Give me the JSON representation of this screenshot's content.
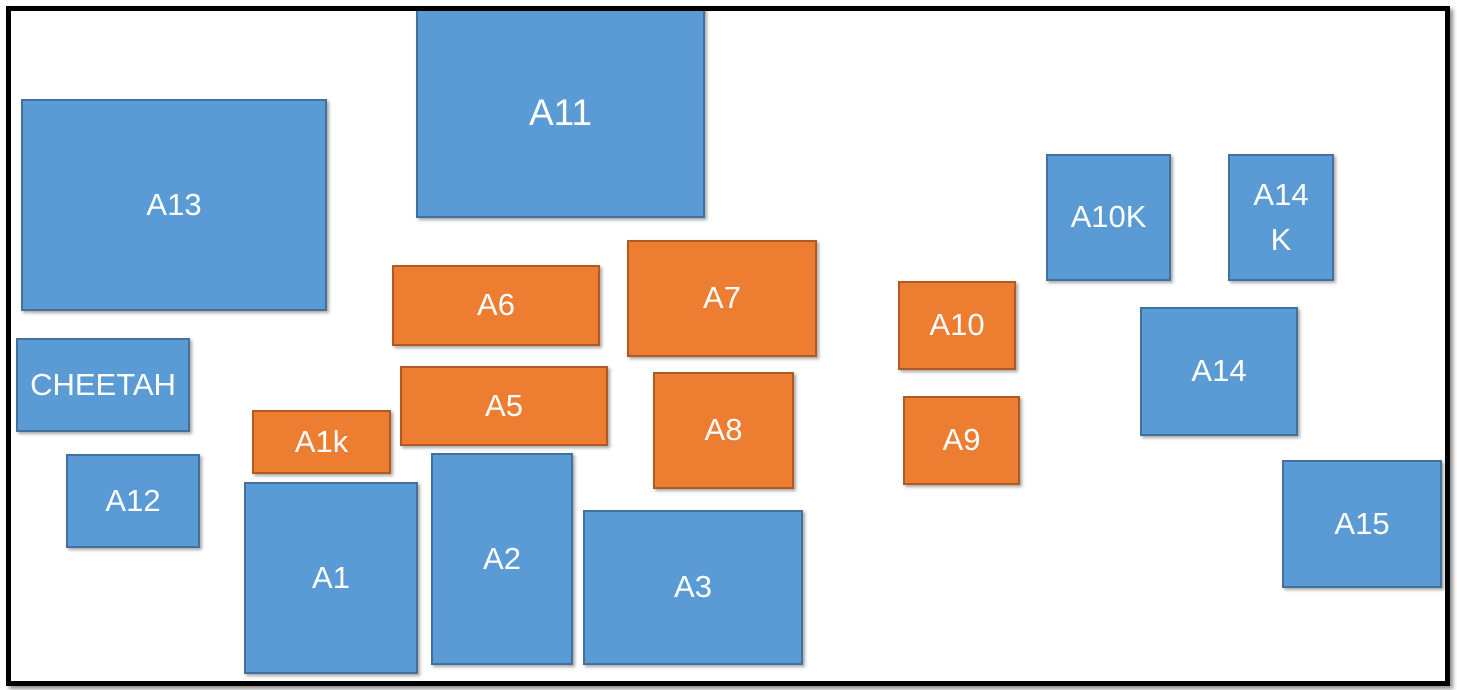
{
  "colors": {
    "blue_fill": "#5b9bd5",
    "blue_outline": "#41719c",
    "orange_fill": "#ed7d31",
    "orange_outline": "#ae5a21",
    "frame_border": "#000000",
    "background": "#ffffff",
    "label_text": "#ffffff"
  },
  "diagram": {
    "boxes": {
      "a11": {
        "label": "A11",
        "color": "blue"
      },
      "a13": {
        "label": "A13",
        "color": "blue"
      },
      "cheetah": {
        "label": "CHEETAH",
        "color": "blue"
      },
      "a12": {
        "label": "A12",
        "color": "blue"
      },
      "a1k": {
        "label": "A1k",
        "color": "orange"
      },
      "a1": {
        "label": "A1",
        "color": "blue"
      },
      "a2": {
        "label": "A2",
        "color": "blue"
      },
      "a3": {
        "label": "A3",
        "color": "blue"
      },
      "a5": {
        "label": "A5",
        "color": "orange"
      },
      "a6": {
        "label": "A6",
        "color": "orange"
      },
      "a7": {
        "label": "A7",
        "color": "orange"
      },
      "a8": {
        "label": "A8",
        "color": "orange"
      },
      "a10": {
        "label": "A10",
        "color": "orange"
      },
      "a9": {
        "label": "A9",
        "color": "orange"
      },
      "a10k": {
        "label": "A10K",
        "color": "blue"
      },
      "a14k": {
        "label": "A14\nK",
        "color": "blue"
      },
      "a14": {
        "label": "A14",
        "color": "blue"
      },
      "a15": {
        "label": "A15",
        "color": "blue"
      }
    }
  }
}
